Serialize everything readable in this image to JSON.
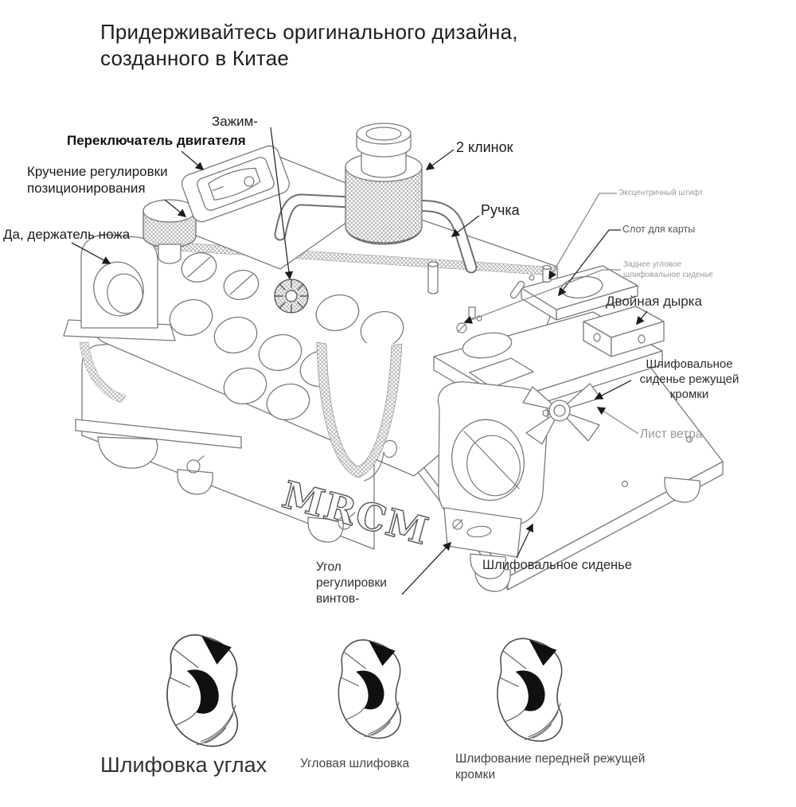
{
  "title": "Придерживайтесь оригинального дизайна,\nсозданного в Китае",
  "diagram": {
    "labels": {
      "clamp": "Зажим-",
      "motor_switch": "Переключатель двигателя",
      "positioning_twist": "Кручение регулировки\nпозиционирования",
      "knife_holder": "Да, держатель ножа",
      "two_blade": "2 клинок",
      "handle": "Ручка",
      "eccentric_pin": "Эксцентричный штифт",
      "card_slot": "Слот для карты",
      "rear_angle_seat": "Заднее угловое\nшлифовальное сиденье",
      "double_hole": "Двойная дырка",
      "edge_grinding_seat": "Шлифовальное\nсиденье режущей\nкромки",
      "wind_sheet": "Лист ветра",
      "screw_angle": "Угол\nрегулировки\nвинтов-",
      "grinding_seat": "Шлифовальное сиденье",
      "logo": "MRCM"
    },
    "captions": {
      "corner_grinding": "Шлифовка углах",
      "angle_grinding": "Угловая шлифовка",
      "front_edge_grinding": "Шлифование передней режущей кромки"
    }
  },
  "colors": {
    "background": "#ffffff",
    "line": "#7a7a7a",
    "label_dark": "#1c1c1c",
    "label_gray": "#8d8d8d",
    "ink": "#111111"
  }
}
